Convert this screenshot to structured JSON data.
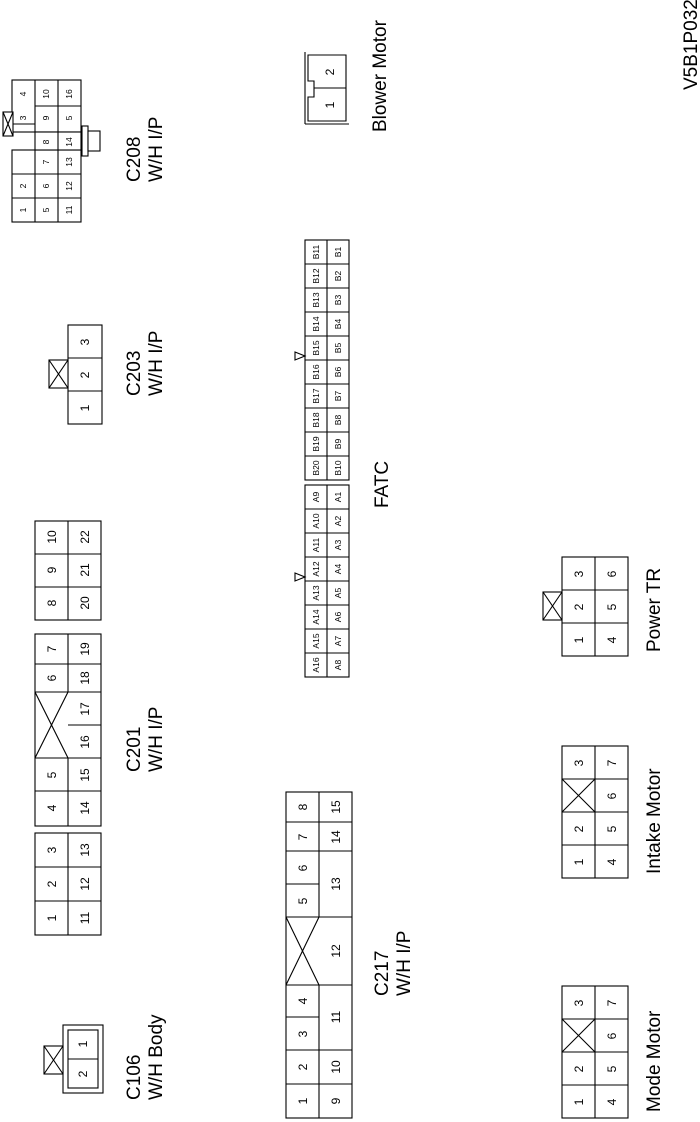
{
  "figure_id": "V5B1P032",
  "connectors": {
    "c106": {
      "code": "C106",
      "harness": "W/H Body",
      "pins": [
        "1",
        "2"
      ]
    },
    "c201": {
      "code": "C201",
      "harness": "W/H I/P",
      "row_a": [
        "1",
        "2",
        "3",
        "4",
        "5",
        "6",
        "7",
        "8",
        "9",
        "10"
      ],
      "row_b": [
        "11",
        "12",
        "13",
        "14",
        "15",
        "16",
        "17",
        "18",
        "19",
        "20",
        "21",
        "22"
      ]
    },
    "c203": {
      "code": "C203",
      "harness": "W/H I/P",
      "pins": [
        "1",
        "2",
        "3"
      ]
    },
    "c208": {
      "code": "C208",
      "harness": "W/H I/P",
      "rows": [
        [
          "1",
          "2",
          "3",
          "4"
        ],
        [
          "5",
          "6",
          "7",
          "8",
          "9",
          "10"
        ],
        [
          "11",
          "12",
          "13",
          "14",
          "5",
          "16"
        ]
      ]
    },
    "c217": {
      "code": "C217",
      "harness": "W/H I/P",
      "row_a": [
        "1",
        "2",
        "3",
        "4",
        "5",
        "6",
        "7",
        "8"
      ],
      "row_b": [
        "9",
        "10",
        "11",
        "12",
        "13",
        "14",
        "15"
      ]
    },
    "fatc": {
      "name": "FATC",
      "a_top": [
        "A16",
        "A15",
        "A14",
        "A13",
        "A12",
        "A11",
        "A10",
        "A9"
      ],
      "a_bottom": [
        "A8",
        "A7",
        "A6",
        "A5",
        "A4",
        "A3",
        "A2",
        "A1"
      ],
      "b_top": [
        "B20",
        "B19",
        "B18",
        "B17",
        "B16",
        "B15",
        "B14",
        "B13",
        "B12",
        "B11"
      ],
      "b_bottom": [
        "B10",
        "B9",
        "B8",
        "B7",
        "B6",
        "B5",
        "B4",
        "B3",
        "B2",
        "B1"
      ]
    },
    "blower_motor": {
      "name": "Blower Motor",
      "pins": [
        "1",
        "2"
      ]
    },
    "power_tr": {
      "name": "Power TR",
      "row_a": [
        "1",
        "2",
        "3"
      ],
      "row_b": [
        "4",
        "5",
        "6"
      ]
    },
    "intake_motor": {
      "name": "Intake Motor",
      "row_a": [
        "1",
        "2",
        "3"
      ],
      "row_b": [
        "4",
        "5",
        "6",
        "7"
      ]
    },
    "mode_motor": {
      "name": "Mode Motor",
      "row_a": [
        "1",
        "2",
        "3"
      ],
      "row_b": [
        "4",
        "5",
        "6",
        "7"
      ]
    }
  }
}
